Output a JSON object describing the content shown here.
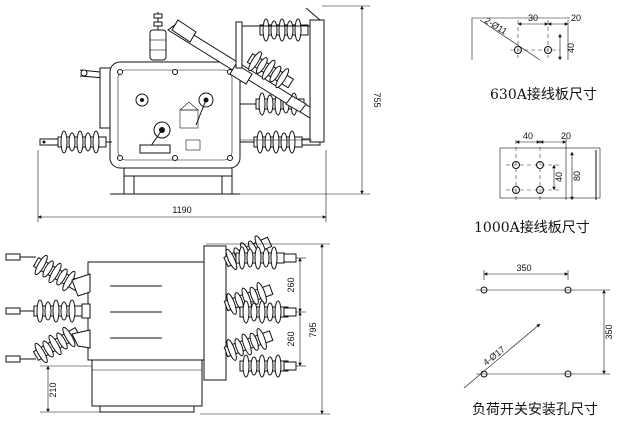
{
  "front_view": {
    "width_dim": "1190",
    "height_dim": "755"
  },
  "top_view": {
    "spacing_upper": "260",
    "spacing_lower": "260",
    "depth_dim": "795",
    "offset_dim": "210"
  },
  "plate_630": {
    "hole_spec": "2-Ø11",
    "dim_a": "30",
    "dim_b": "20",
    "dim_c": "40",
    "caption": "630A接线板尺寸"
  },
  "plate_1000": {
    "dim_a": "40",
    "dim_b": "20",
    "dim_c": "40",
    "dim_d": "80",
    "caption": "1000A接线板尺寸"
  },
  "mount_holes": {
    "width": "350",
    "height": "350",
    "hole_spec": "4-Ø17",
    "caption": "负荷开关安装孔尺寸"
  }
}
